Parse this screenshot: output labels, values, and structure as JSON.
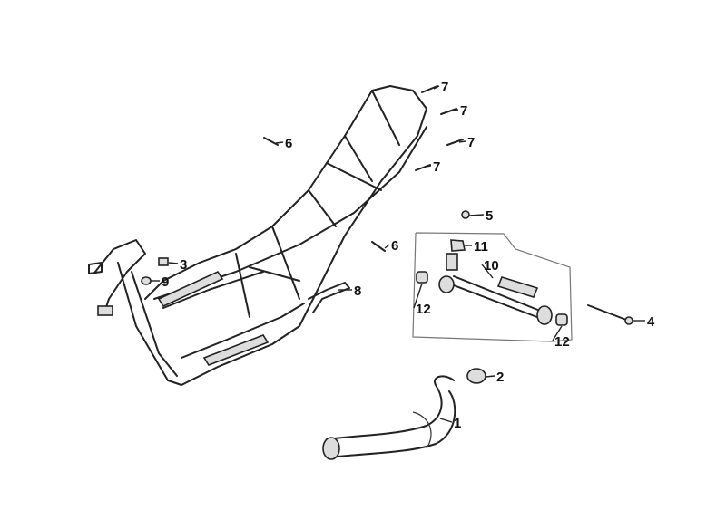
{
  "diagram": {
    "type": "exploded parts diagram",
    "callouts": [
      {
        "part": "7"
      },
      {
        "part": "7"
      },
      {
        "part": "7"
      },
      {
        "part": "7"
      },
      {
        "part": "6"
      },
      {
        "part": "6"
      },
      {
        "part": "5"
      },
      {
        "part": "11"
      },
      {
        "part": "10"
      },
      {
        "part": "8"
      },
      {
        "part": "3"
      },
      {
        "part": "9"
      },
      {
        "part": "12"
      },
      {
        "part": "12"
      },
      {
        "part": "4"
      },
      {
        "part": "2"
      },
      {
        "part": "1"
      }
    ]
  }
}
